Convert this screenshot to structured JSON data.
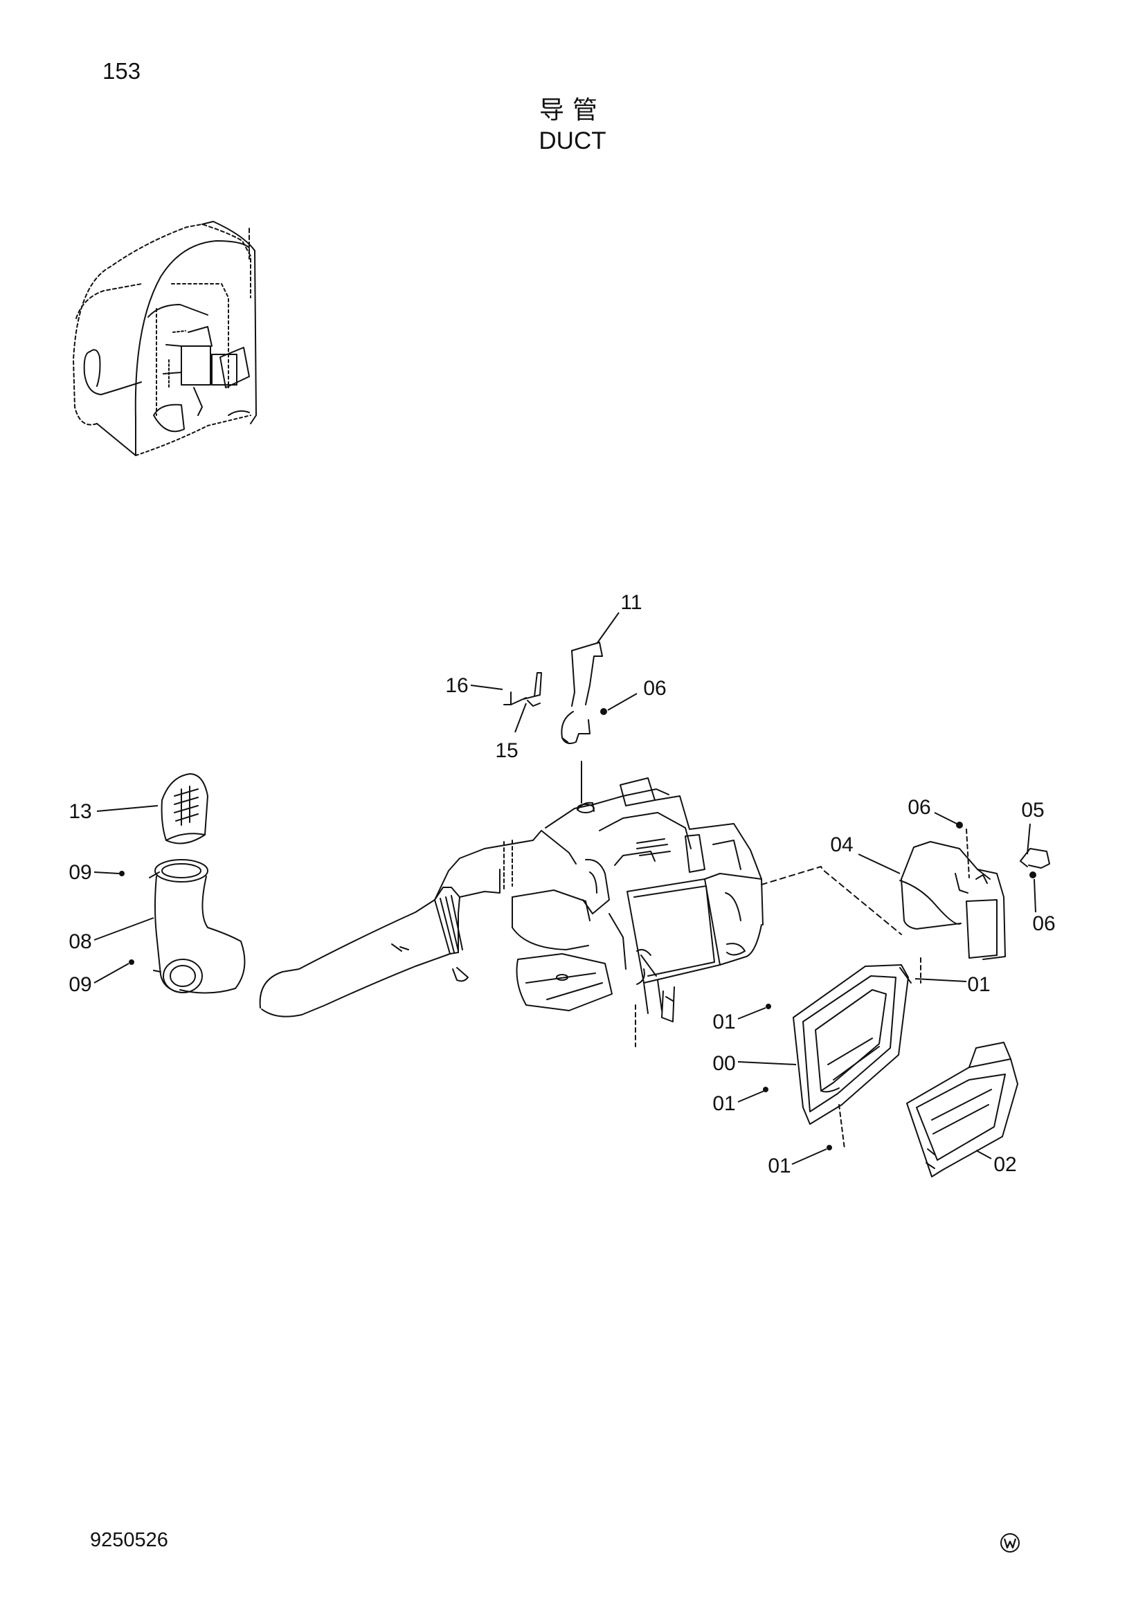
{
  "page": {
    "number": "153",
    "title_cn": "导管",
    "title_en": "DUCT",
    "doc_number": "9250526",
    "logo": "W"
  },
  "callouts": [
    {
      "id": "c11",
      "label": "11"
    },
    {
      "id": "c16",
      "label": "16"
    },
    {
      "id": "c06a",
      "label": "06"
    },
    {
      "id": "c15",
      "label": "15"
    },
    {
      "id": "c13",
      "label": "13"
    },
    {
      "id": "c09a",
      "label": "09"
    },
    {
      "id": "c08",
      "label": "08"
    },
    {
      "id": "c09b",
      "label": "09"
    },
    {
      "id": "c06b",
      "label": "06"
    },
    {
      "id": "c05",
      "label": "05"
    },
    {
      "id": "c04",
      "label": "04"
    },
    {
      "id": "c06c",
      "label": "06"
    },
    {
      "id": "c01a",
      "label": "01"
    },
    {
      "id": "c01b",
      "label": "01"
    },
    {
      "id": "c00",
      "label": "00"
    },
    {
      "id": "c01c",
      "label": "01"
    },
    {
      "id": "c01d",
      "label": "01"
    },
    {
      "id": "c02",
      "label": "02"
    }
  ]
}
